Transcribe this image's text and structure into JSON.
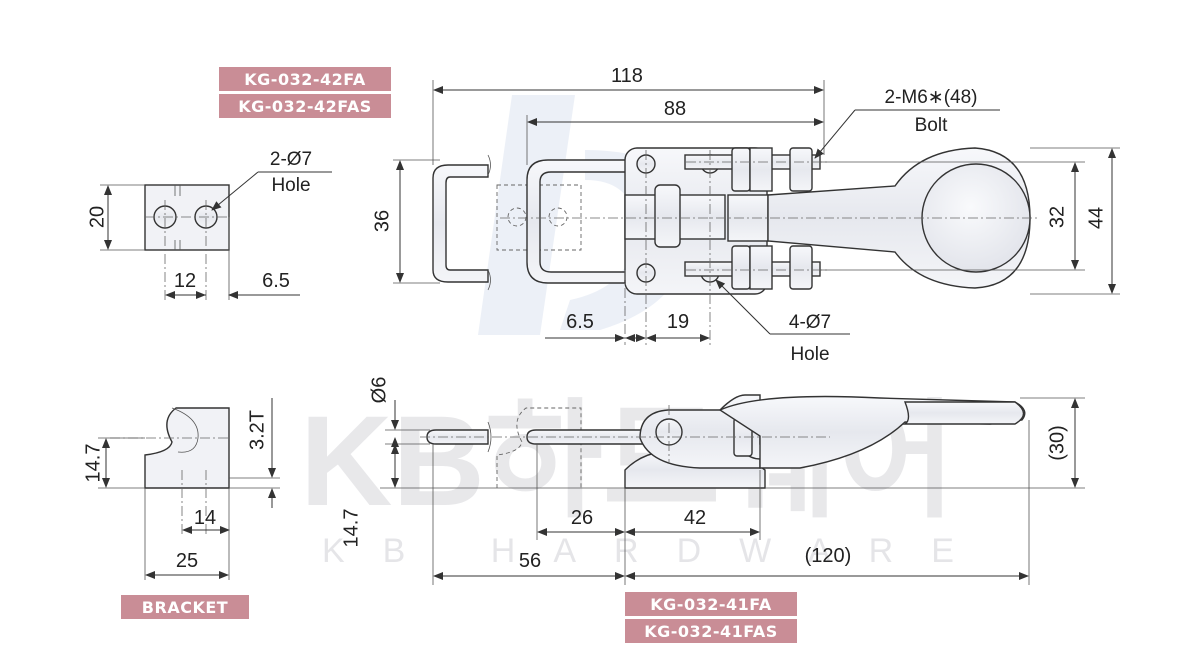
{
  "labels": {
    "top_model_a": "KG-032-42FA",
    "top_model_b": "KG-032-42FAS",
    "bottom_model_a": "KG-032-41FA",
    "bottom_model_b": "KG-032-41FAS",
    "bracket": "BRACKET"
  },
  "watermark": {
    "main": "KB하드웨어",
    "sub": "KB HARDWARE"
  },
  "bracket_top": {
    "hole_note_1": "2-Ø7",
    "hole_note_2": "Hole",
    "dim_height": "20",
    "dim_pitch": "12",
    "dim_edge": "6.5"
  },
  "bracket_side": {
    "dim_height": "14.7",
    "dim_thickness": "3.2T",
    "dim_slot": "14",
    "dim_width": "25"
  },
  "plan_view": {
    "dim_overall": "118",
    "dim_inner": "88",
    "bolt_note_1": "2-M6∗(48)",
    "bolt_note_2": "Bolt",
    "dim_loop": "36",
    "dim_pitch": "32",
    "dim_width": "44",
    "dim_edge": "6.5",
    "dim_holes": "19",
    "hole_note_1": "4-Ø7",
    "hole_note_2": "Hole"
  },
  "side_view": {
    "dim_rod": "Ø6",
    "dim_height": "14.7",
    "dim_handle": "(30)",
    "dim_base": "26",
    "dim_body": "42",
    "dim_reach": "56",
    "dim_total": "(120)"
  },
  "colors": {
    "label_fill": "#c98d96",
    "label_text": "#ffffff",
    "line": "#333333",
    "watermark": "#e3e3e6"
  }
}
